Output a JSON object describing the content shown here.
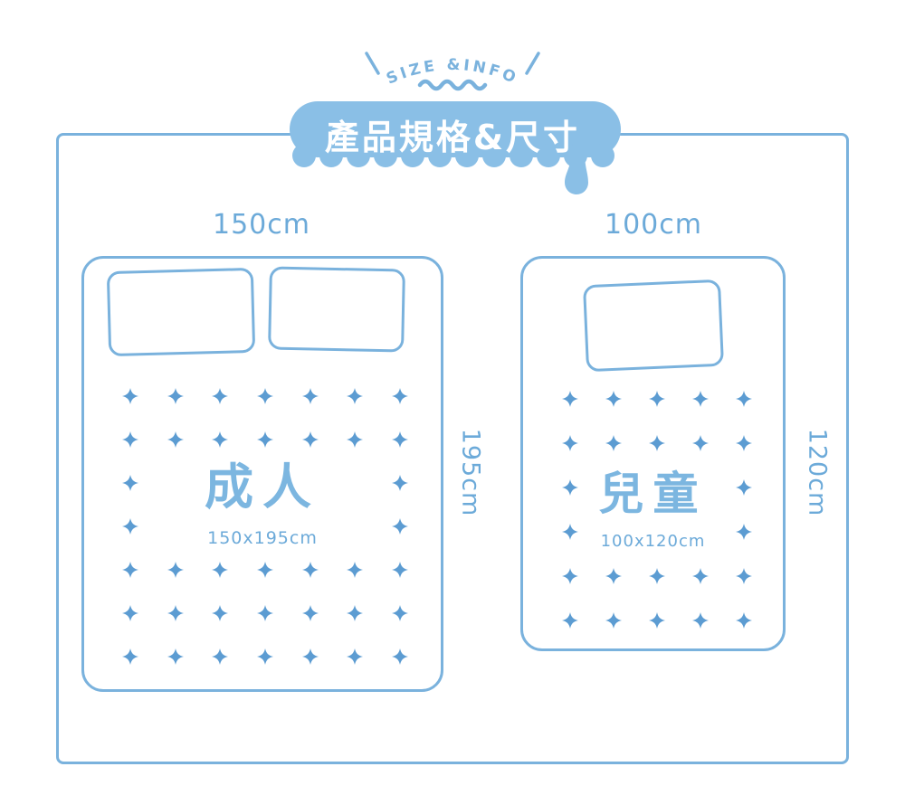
{
  "colors": {
    "outline": "#7ab2dd",
    "badge_fill": "#8abfe6",
    "sparkle": "#5c9cd2",
    "label": "#6caad9",
    "name": "#7cb6e0",
    "badge_text": "#ffffff"
  },
  "header": {
    "arc_label": "SIZE &INFO",
    "badge_label": "產品規格&尺寸"
  },
  "beds": {
    "adult": {
      "top_label": "150cm",
      "side_label": "195cm",
      "name": "成人",
      "dimensions": "150x195cm",
      "pillow_count": 2
    },
    "child": {
      "top_label": "100cm",
      "side_label": "120cm",
      "name": "兒童",
      "dimensions": "100x120cm",
      "pillow_count": 1
    }
  },
  "patterns": {
    "adult": {
      "rows": [
        [
          1,
          1,
          1,
          1,
          1,
          1,
          1
        ],
        [
          1,
          1,
          1,
          1,
          1,
          1,
          1
        ],
        [
          1,
          0,
          0,
          0,
          0,
          0,
          1
        ],
        [
          1,
          0,
          0,
          0,
          0,
          0,
          1
        ],
        [
          1,
          1,
          1,
          1,
          1,
          1,
          1
        ],
        [
          1,
          1,
          1,
          1,
          1,
          1,
          1
        ],
        [
          1,
          1,
          1,
          1,
          1,
          1,
          1
        ]
      ]
    },
    "child": {
      "rows": [
        [
          1,
          1,
          1,
          1,
          1
        ],
        [
          1,
          1,
          1,
          1,
          1
        ],
        [
          1,
          0,
          0,
          0,
          1
        ],
        [
          1,
          0,
          0,
          0,
          1
        ],
        [
          1,
          1,
          1,
          1,
          1
        ],
        [
          1,
          1,
          1,
          1,
          1
        ]
      ]
    }
  }
}
